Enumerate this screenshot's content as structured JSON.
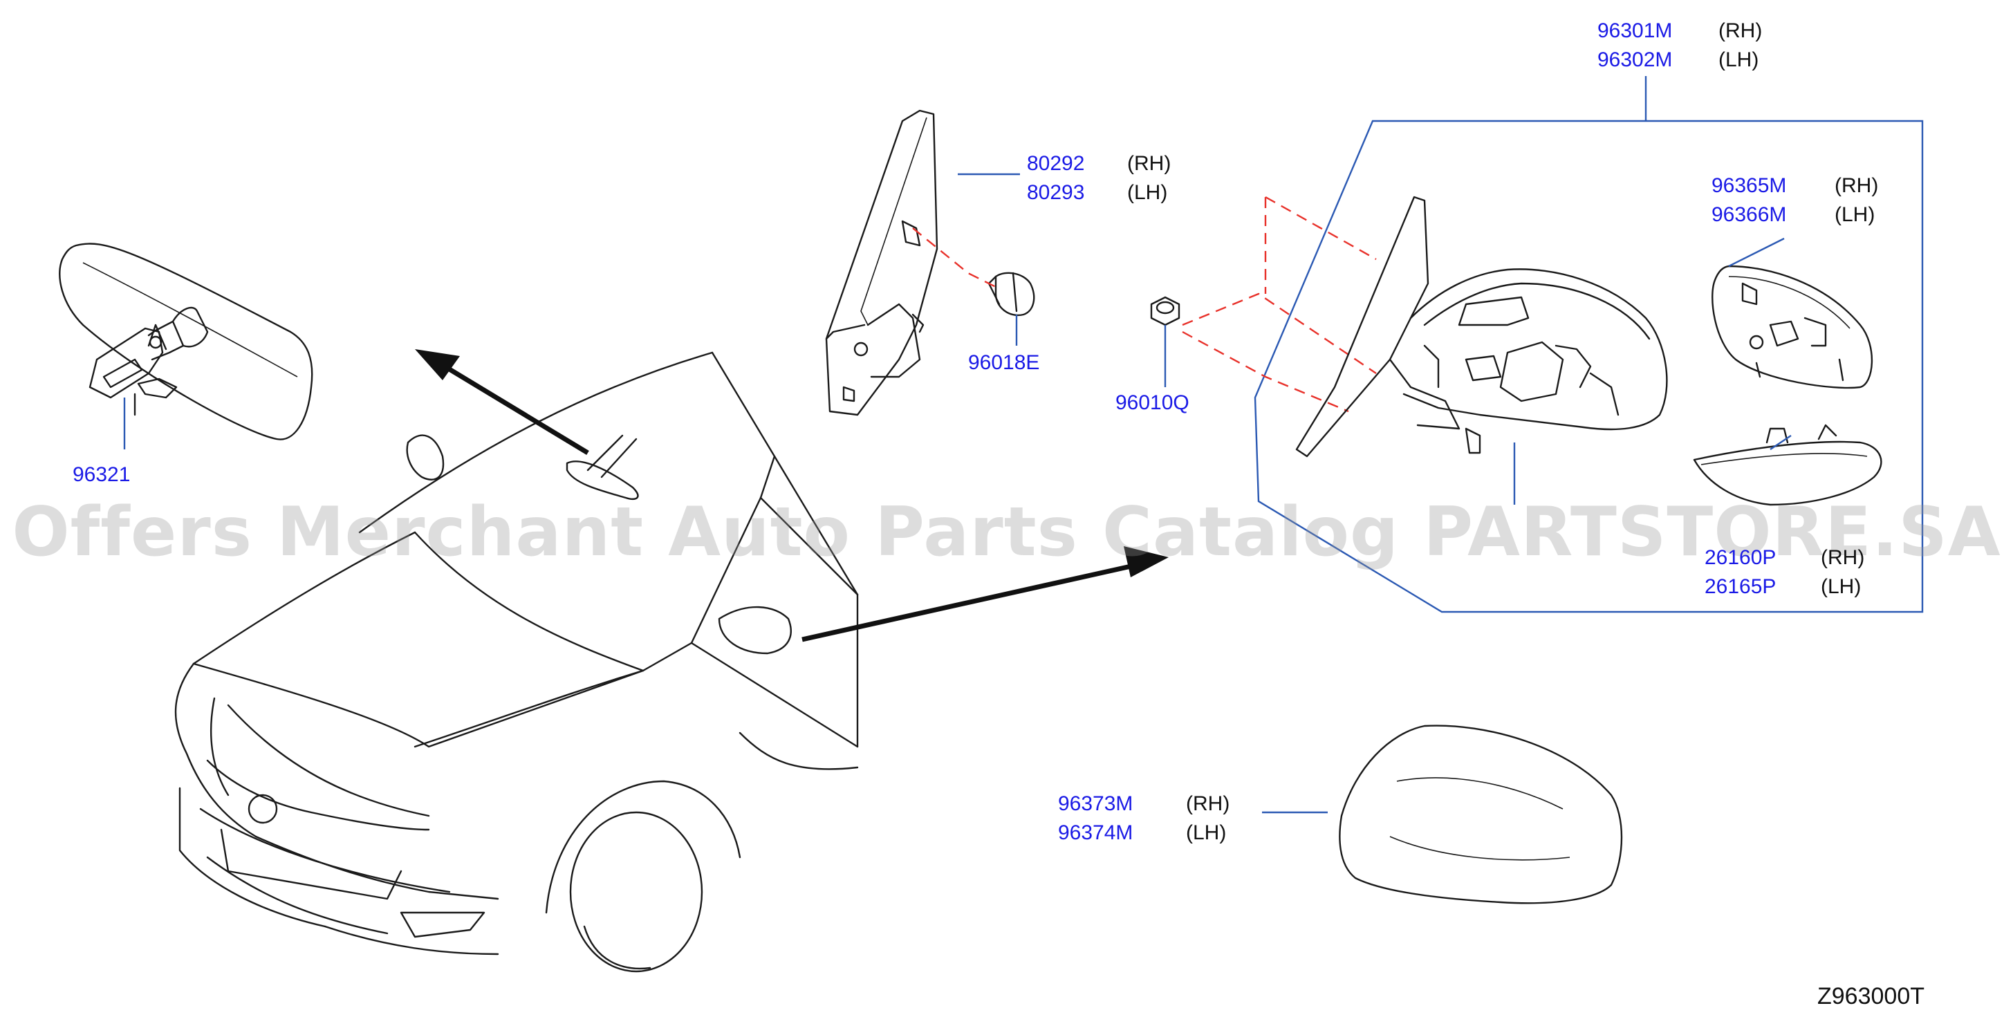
{
  "callouts": [
    {
      "part": "96301M",
      "side": "(RH)"
    },
    {
      "part": "96302M",
      "side": "(LH)"
    },
    {
      "part": "80292",
      "side": "(RH)"
    },
    {
      "part": "80293",
      "side": "(LH)"
    },
    {
      "part": "96365M",
      "side": "(RH)"
    },
    {
      "part": "96366M",
      "side": "(LH)"
    },
    {
      "part": "96018E",
      "side": ""
    },
    {
      "part": "96010Q",
      "side": ""
    },
    {
      "part": "96321",
      "side": ""
    },
    {
      "part": "26160P",
      "side": "(RH)"
    },
    {
      "part": "26165P",
      "side": "(LH)"
    },
    {
      "part": "96373M",
      "side": "(RH)"
    },
    {
      "part": "96374M",
      "side": "(LH)"
    }
  ],
  "diagram_code": "Z963000T",
  "watermark": "Offers Merchant Auto Parts Catalog PARTSTORE.SA",
  "colors": {
    "part_number": "#1a1ae6",
    "leader_line": "#2b59b3",
    "dashed_line": "#e8312a"
  }
}
